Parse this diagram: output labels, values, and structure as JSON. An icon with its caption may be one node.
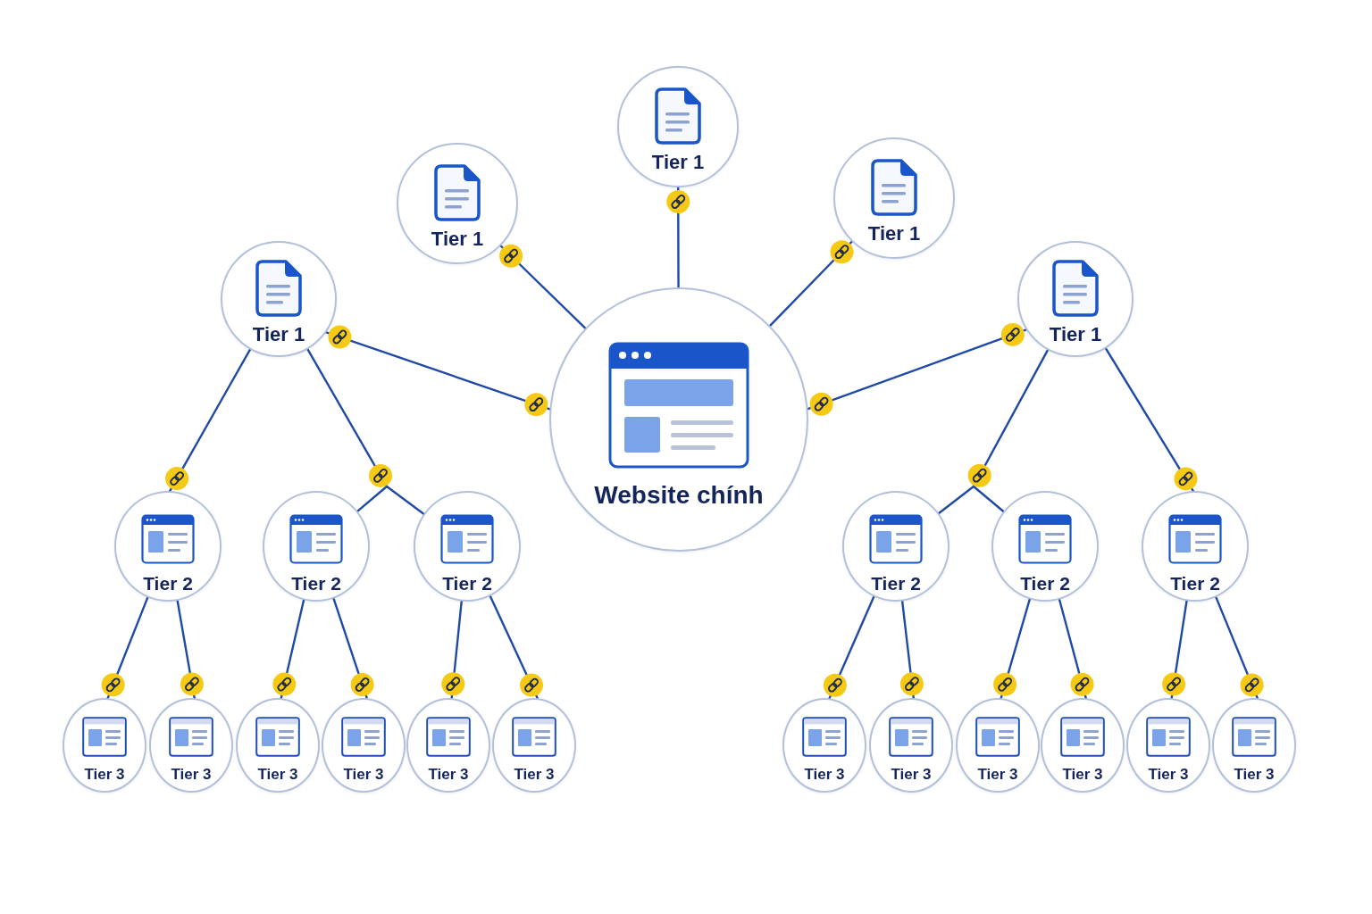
{
  "diagram": {
    "nodes": [
      {
        "text": [
          "Tier 1"
        ]
      },
      {
        "text": [
          "Tier 1"
        ]
      },
      {
        "text": [
          "Tier 1"
        ]
      },
      {
        "text": [
          "Tier 1"
        ]
      },
      {
        "text": [
          "Tier 1"
        ]
      },
      {
        "text": [
          "Website chính"
        ]
      },
      {
        "text": [
          "Tier 2"
        ]
      },
      {
        "text": [
          "Tier 2"
        ]
      },
      {
        "text": [
          "Tier 2"
        ]
      },
      {
        "text": [
          "Tier 2"
        ]
      },
      {
        "text": [
          "Tier 2"
        ]
      },
      {
        "text": [
          "Tier 2"
        ]
      },
      {
        "text": [
          "Tier 3"
        ]
      },
      {
        "text": [
          "Tier 3"
        ]
      },
      {
        "text": [
          "Tier 3"
        ]
      },
      {
        "text": [
          "Tier 3"
        ]
      },
      {
        "text": [
          "Tier 3"
        ]
      },
      {
        "text": [
          "Tier 3"
        ]
      },
      {
        "text": [
          "Tier 3"
        ]
      },
      {
        "text": [
          "Tier 3"
        ]
      },
      {
        "text": [
          "Tier 3"
        ]
      },
      {
        "text": [
          "Tier 3"
        ]
      },
      {
        "text": [
          "Tier 3"
        ]
      },
      {
        "text": [
          "Tier 3"
        ]
      }
    ],
    "edges": [
      {
        "from": 5,
        "to": 0,
        "arrow": "none"
      },
      {
        "from": 5,
        "to": 1,
        "arrow": "none"
      },
      {
        "from": 5,
        "to": 2,
        "arrow": "none"
      },
      {
        "from": 5,
        "to": 3,
        "arrow": "none"
      },
      {
        "from": 5,
        "to": 4,
        "arrow": "none"
      },
      {
        "from": 3,
        "to": 6,
        "arrow": "none"
      },
      {
        "from": 3,
        "to": 7,
        "arrow": "none"
      },
      {
        "from": 3,
        "to": 8,
        "arrow": "none"
      },
      {
        "from": 4,
        "to": 9,
        "arrow": "none"
      },
      {
        "from": 4,
        "to": 10,
        "arrow": "none"
      },
      {
        "from": 4,
        "to": 11,
        "arrow": "none"
      },
      {
        "from": 6,
        "to": 12,
        "arrow": "none"
      },
      {
        "from": 6,
        "to": 13,
        "arrow": "none"
      },
      {
        "from": 7,
        "to": 14,
        "arrow": "none"
      },
      {
        "from": 7,
        "to": 15,
        "arrow": "none"
      },
      {
        "from": 8,
        "to": 16,
        "arrow": "none"
      },
      {
        "from": 8,
        "to": 17,
        "arrow": "none"
      },
      {
        "from": 9,
        "to": 18,
        "arrow": "none"
      },
      {
        "from": 9,
        "to": 19,
        "arrow": "none"
      },
      {
        "from": 10,
        "to": 20,
        "arrow": "none"
      },
      {
        "from": 10,
        "to": 21,
        "arrow": "none"
      },
      {
        "from": 11,
        "to": 22,
        "arrow": "none"
      },
      {
        "from": 11,
        "to": 23,
        "arrow": "none"
      }
    ]
  }
}
